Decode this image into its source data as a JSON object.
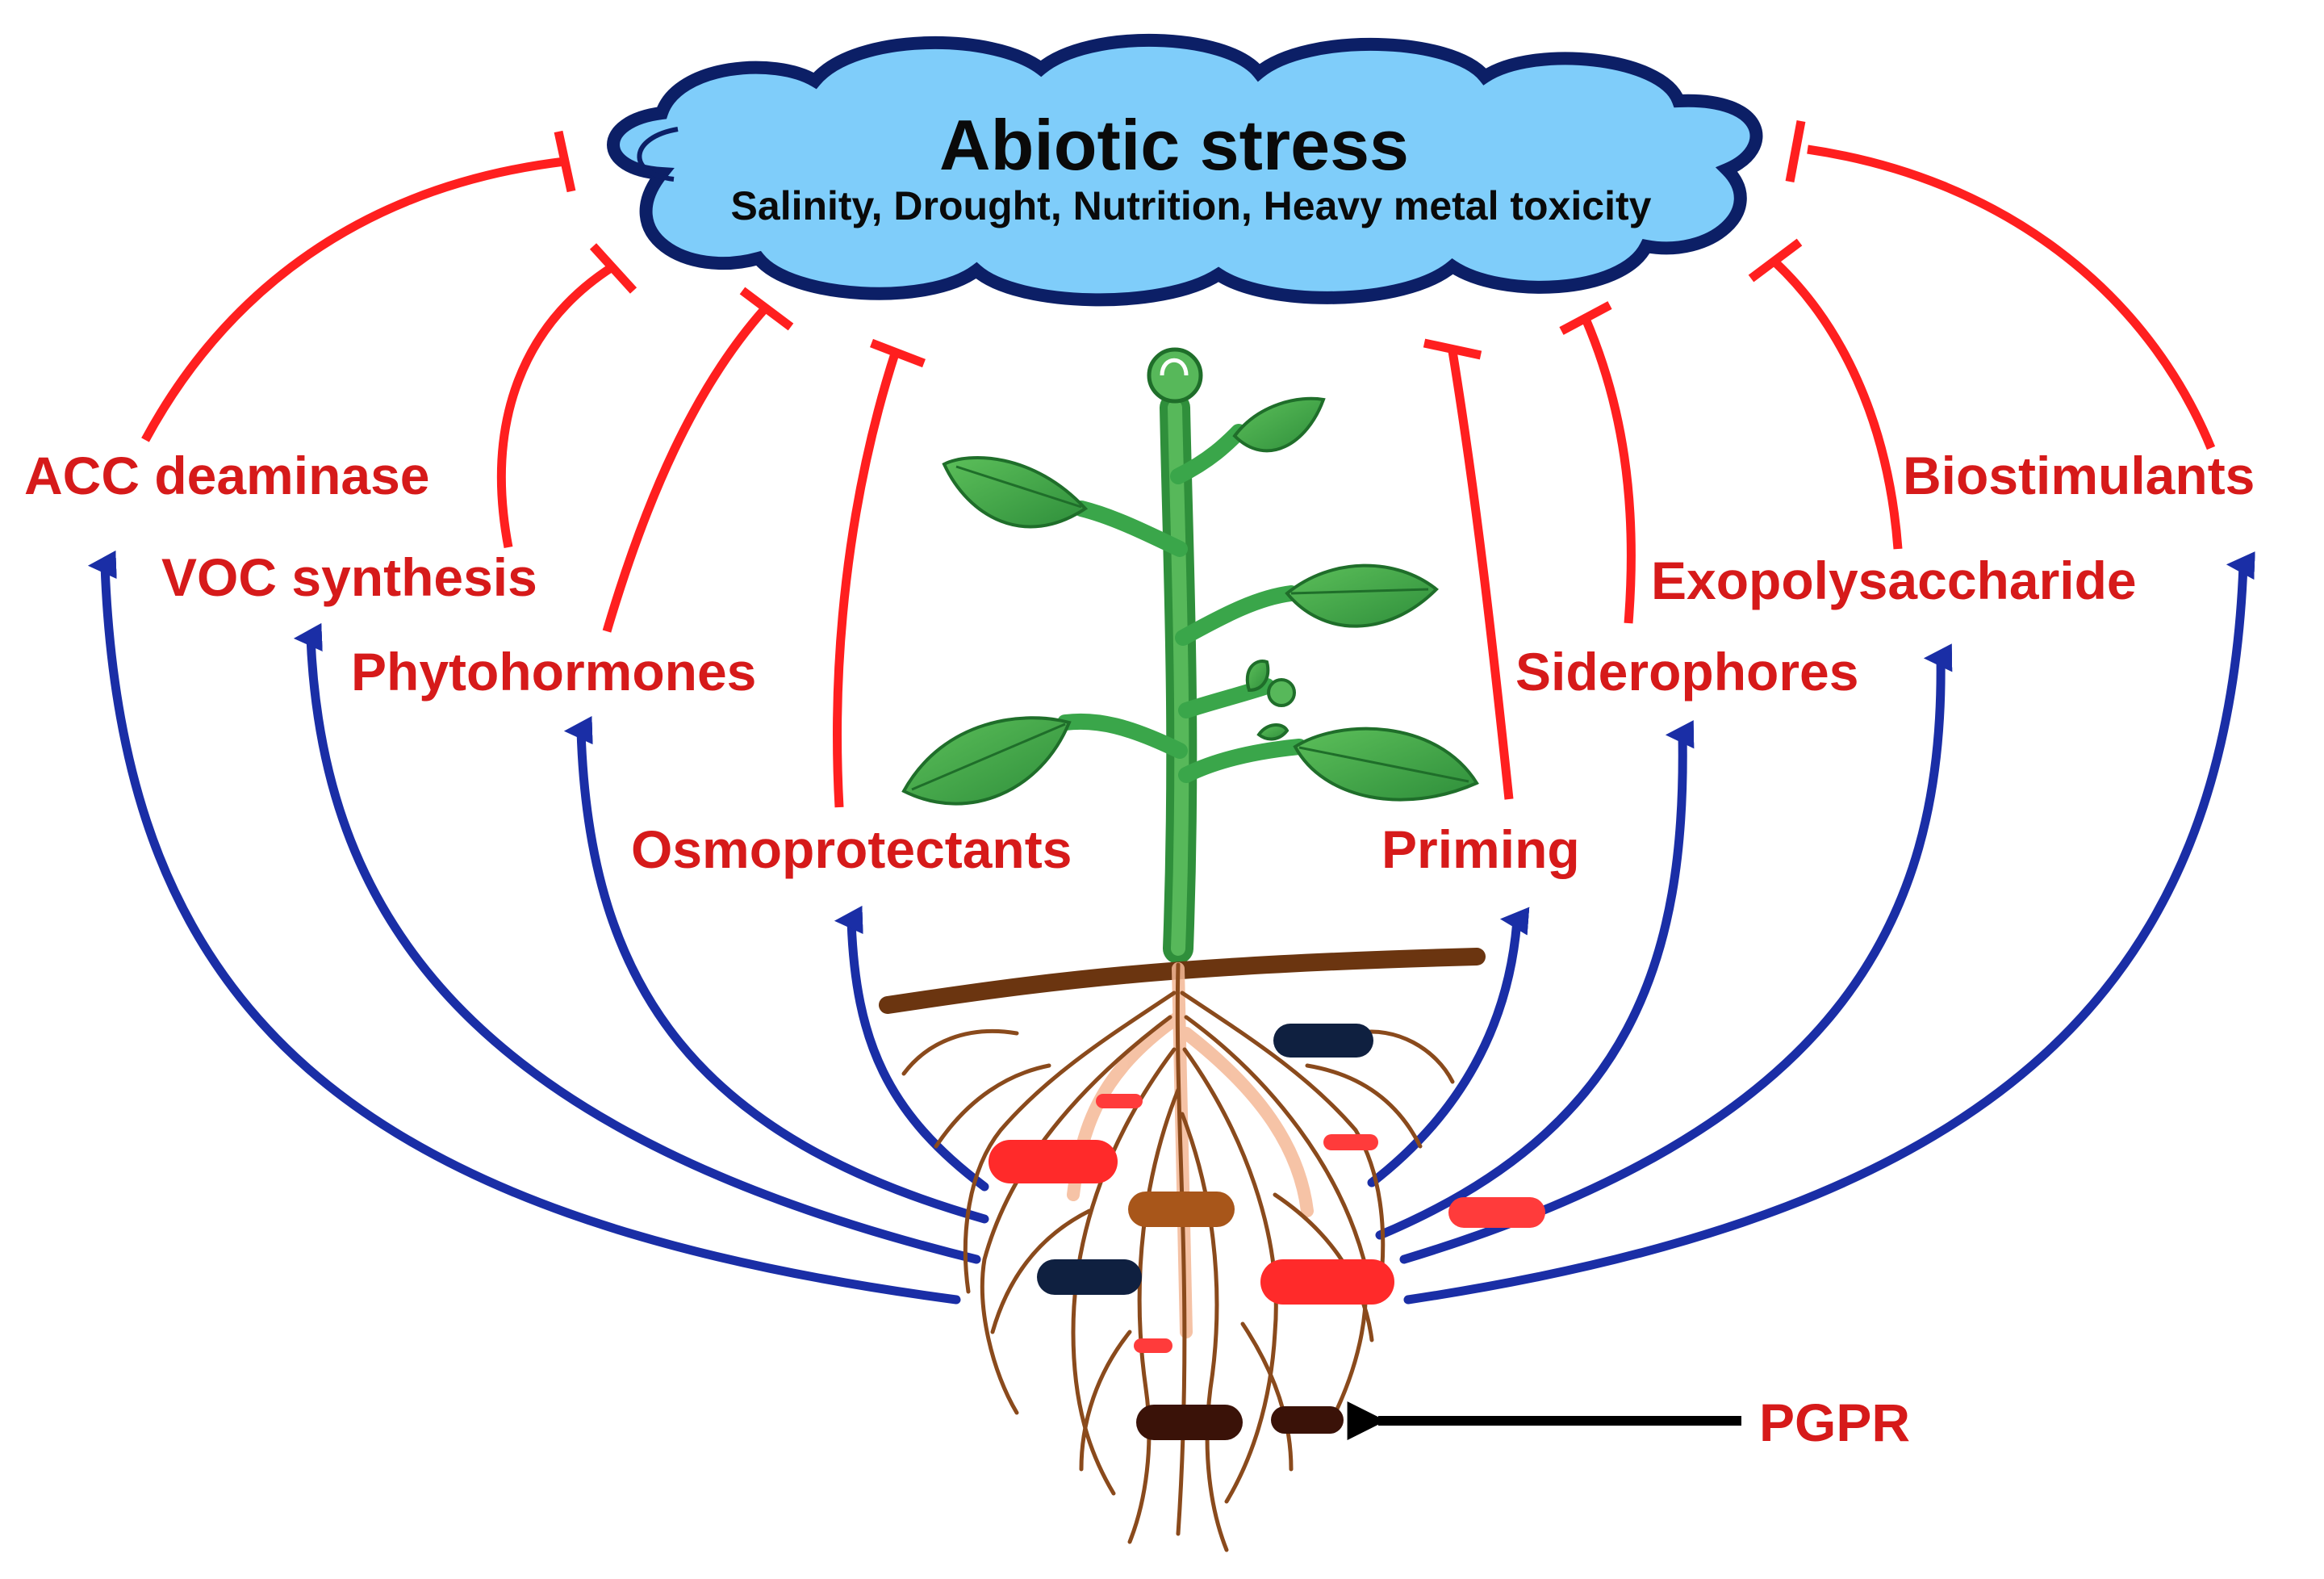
{
  "stress": {
    "title": "Abiotic stress",
    "subtitle": "Salinity, Drought, Nutrition, Heavy metal toxicity"
  },
  "mechanisms_left": [
    {
      "label": "ACC deaminase"
    },
    {
      "label": "VOC synthesis"
    },
    {
      "label": "Phytohormones"
    },
    {
      "label": "Osmoprotectants"
    }
  ],
  "mechanisms_right": [
    {
      "label": "Priming"
    },
    {
      "label": "Siderophores"
    },
    {
      "label": "Exopolysaccharide"
    },
    {
      "label": "Biostimulants"
    }
  ],
  "pgpr_label": "PGPR",
  "colors": {
    "inhibition": "#ff1f1f",
    "promotion": "#1a2ea6",
    "label": "#d61a1a",
    "cloud_fill": "#7fcdfa",
    "cloud_stroke": "#0c1f66",
    "stem": "#3aa64a",
    "leaf": "#43a84a",
    "root": "#8a4a1c",
    "soil": "#6b3510"
  }
}
